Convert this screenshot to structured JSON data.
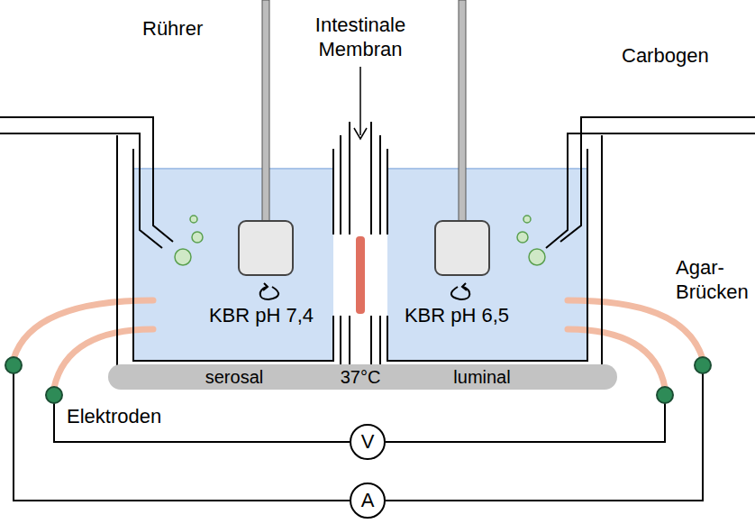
{
  "diagram": {
    "nodes": [
      {
        "text": [
          "KBR pH 7,4"
        ]
      },
      {
        "text": [
          "KBR pH 6,5"
        ]
      },
      {
        "text": [
          "serosal",
          "37°C",
          "luminal"
        ]
      },
      {
        "text": [
          "V"
        ]
      },
      {
        "text": [
          "A"
        ]
      }
    ],
    "labels": [
      "Rührer",
      "Intestinale Membran",
      "Carbogen",
      "Agar- Brücken",
      "Elektroden"
    ]
  }
}
